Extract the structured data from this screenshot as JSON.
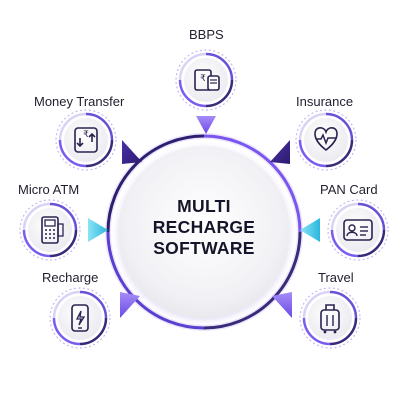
{
  "center": {
    "line1": "MULTI",
    "line2": "RECHARGE",
    "line3": "SOFTWARE"
  },
  "services": [
    {
      "id": "bbps",
      "label": "BBPS",
      "icon": "bill-payment-icon"
    },
    {
      "id": "money-transfer",
      "label": "Money Transfer",
      "icon": "rupee-transfer-icon"
    },
    {
      "id": "insurance",
      "label": "Insurance",
      "icon": "heart-pulse-icon"
    },
    {
      "id": "micro-atm",
      "label": "Micro ATM",
      "icon": "pos-terminal-icon"
    },
    {
      "id": "pan-card",
      "label": "PAN Card",
      "icon": "id-card-icon"
    },
    {
      "id": "recharge",
      "label": "Recharge",
      "icon": "mobile-recharge-icon"
    },
    {
      "id": "travel",
      "label": "Travel",
      "icon": "suitcase-icon"
    }
  ],
  "colors": {
    "purple_dark": "#3a2a7a",
    "purple": "#6a4fd8",
    "cyan": "#3cc7e8",
    "violet": "#7b5cf0",
    "ring_dash": "#c6b8f2",
    "circle_fill": "#f3f3f6"
  }
}
